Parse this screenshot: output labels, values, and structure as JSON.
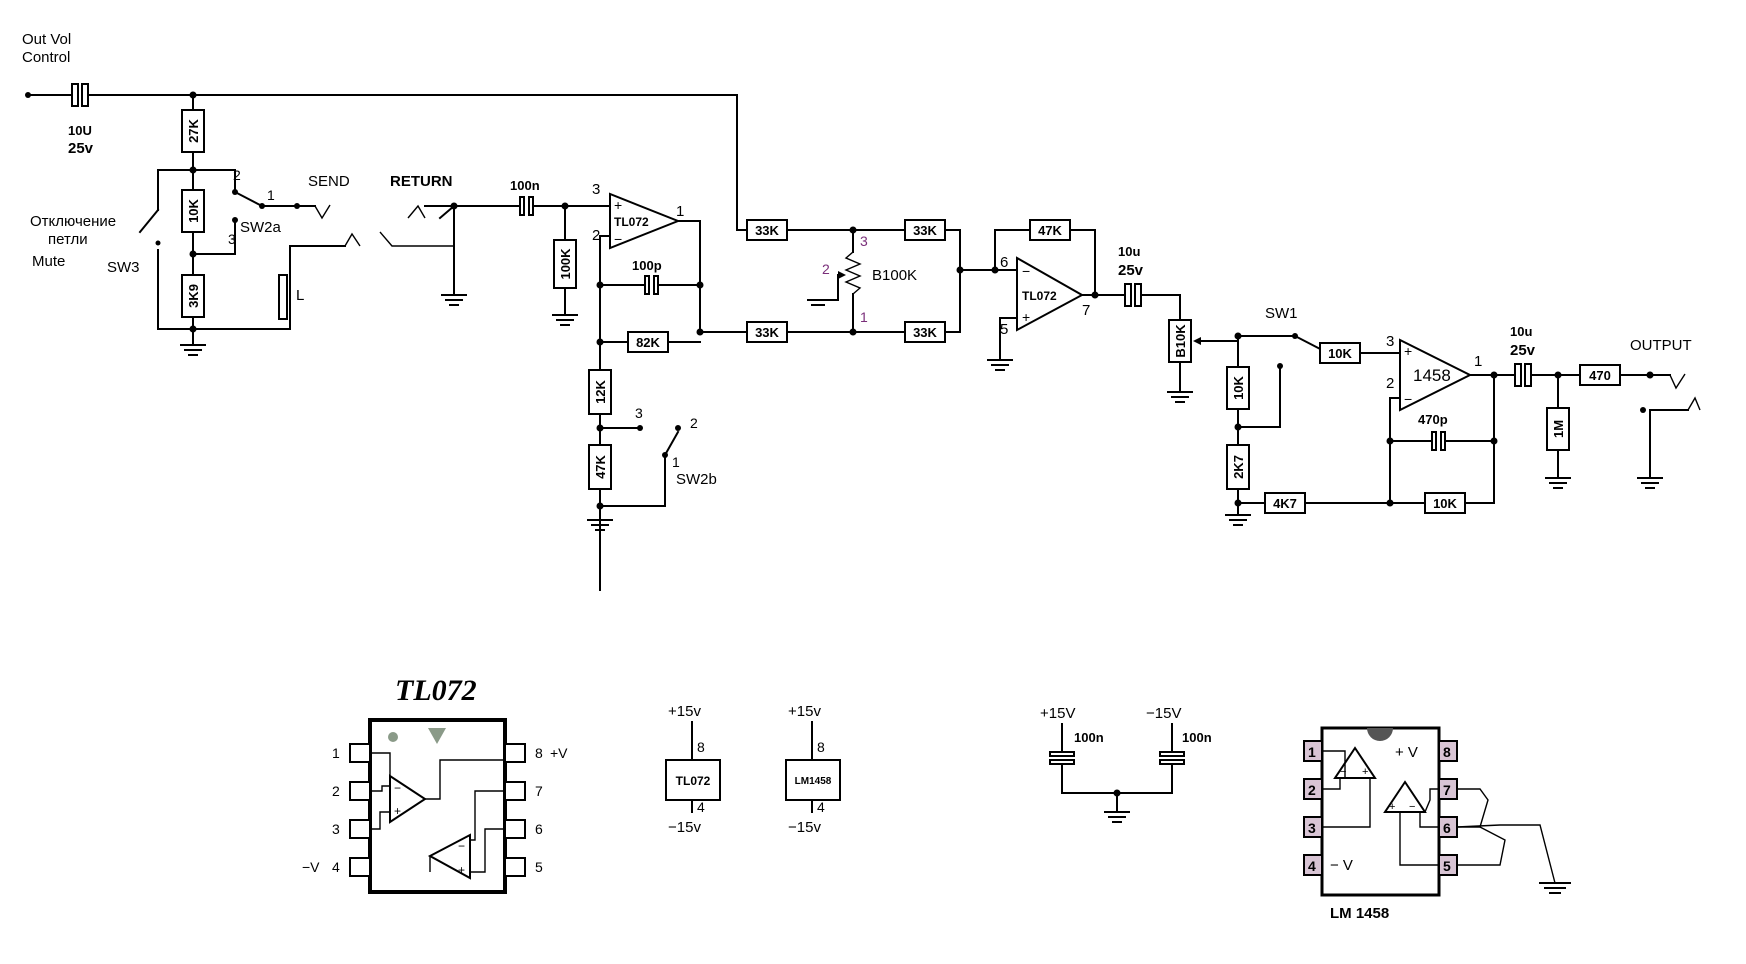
{
  "labels": {
    "out_vol_control": [
      "Out Vol",
      "Control"
    ],
    "send": "SEND",
    "return": "RETURN",
    "output": "OUTPUT",
    "loop_off": [
      "Отключение",
      "петли",
      "Mute"
    ],
    "sw3": "SW3",
    "sw2a": "SW2a",
    "sw2b": "SW2b",
    "sw1": "SW1",
    "inductor": "L"
  },
  "input_cap": {
    "value": "10U",
    "voltage": "25v"
  },
  "resistors": {
    "r27k": "27K",
    "r10k_a": "10K",
    "r3k9": "3K9",
    "r100k": "100K",
    "r82k": "82K",
    "r12k": "12K",
    "r47k_a": "47K",
    "r33k_1": "33K",
    "r33k_2": "33K",
    "r33k_3": "33K",
    "r33k_4": "33K",
    "r47k_fb": "47K",
    "r10k_b": "10K",
    "r2k7": "2K7",
    "r4k7": "4K7",
    "r10k_in": "10K",
    "r10k_fb": "10K",
    "r470": "470",
    "r1m": "1M"
  },
  "pots": {
    "b100k": "B100K",
    "b10k": "B10K"
  },
  "caps": {
    "c100n": "100n",
    "c100p": "100p",
    "c10u_1": "10u",
    "c10u_1_v": "25v",
    "c470p": "470p",
    "c10u_2": "10u",
    "c10u_2_v": "25v"
  },
  "opamps": {
    "u1": "TL072",
    "u2": "TL072",
    "u3": "1458"
  },
  "pins": {
    "u1_plus": "3",
    "u1_minus": "2",
    "u1_out": "1",
    "u2_minus": "6",
    "u2_plus": "5",
    "u2_out": "7",
    "u3_plus": "3",
    "u3_minus": "2",
    "u3_out": "1",
    "pot_1": "1",
    "pot_2": "2",
    "pot_3": "3",
    "sw2a_1": "1",
    "sw2a_2": "2",
    "sw2a_3": "3",
    "sw2b_1": "1",
    "sw2b_2": "2",
    "sw2b_3": "3"
  },
  "tl072_chip": {
    "title": "TL072",
    "pins_left": [
      "1",
      "2",
      "3",
      "4"
    ],
    "pins_right": [
      "8",
      "7",
      "6",
      "5"
    ],
    "v_plus": "+V",
    "v_minus": "−V"
  },
  "power_boxes": [
    {
      "top": "+15v",
      "chip": "TL072",
      "pin_top": "8",
      "pin_bottom": "4",
      "bottom": "−15v"
    },
    {
      "top": "+15v",
      "chip": "LM1458",
      "pin_top": "8",
      "pin_bottom": "4",
      "bottom": "−15v"
    }
  ],
  "decoupling": {
    "pos": "+15V",
    "neg": "−15V",
    "cap_pos": "100n",
    "cap_neg": "100n"
  },
  "lm1458_chip": {
    "title": "LM 1458",
    "pins_left": [
      "1",
      "2",
      "3",
      "4"
    ],
    "pins_right": [
      "8",
      "7",
      "6",
      "5"
    ],
    "v_plus": "+ V",
    "v_minus": "− V",
    "pin_fill": "#d8c4d4"
  },
  "colors": {
    "ink": "#000000",
    "pin_label": "#7a2f7a",
    "marker": "#8a9a88"
  }
}
